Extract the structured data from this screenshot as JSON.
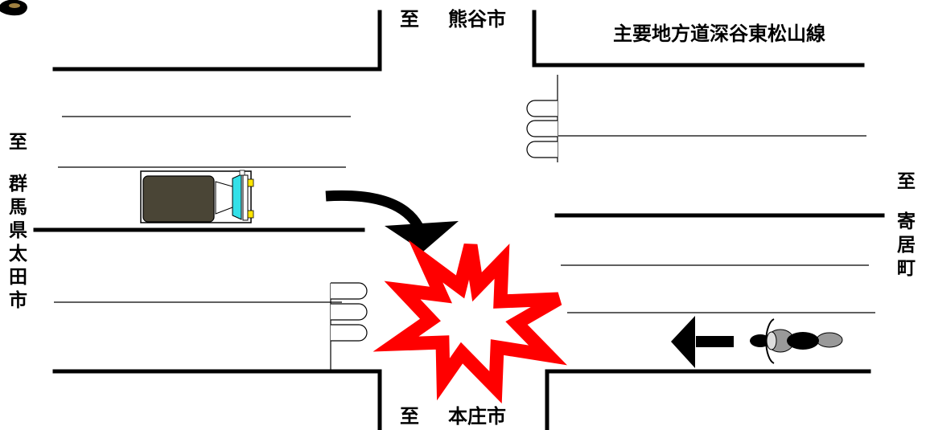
{
  "labels": {
    "to_prefix": "至",
    "north_city": "熊谷市",
    "south_city": "本庄市",
    "road_name": "主要地方道深谷東松山線",
    "west_destination": "群馬県太田市",
    "east_destination": "寄居町"
  },
  "colors": {
    "road_line": "#000000",
    "car_body": "#4a4536",
    "car_glass": "#33e0e8",
    "car_light": "#ffe600",
    "crash_fill": "#ffffff",
    "crash_stroke": "#ff0000",
    "arrow": "#000000",
    "motorcycle": "#888888"
  },
  "icons": {
    "corner": "car-tyre-icon",
    "vehicle_1": "car-icon",
    "vehicle_2": "motorcycle-icon",
    "collision": "collision-burst-icon",
    "car_path": "curved-arrow-icon",
    "motorcycle_path": "left-arrow-icon"
  }
}
